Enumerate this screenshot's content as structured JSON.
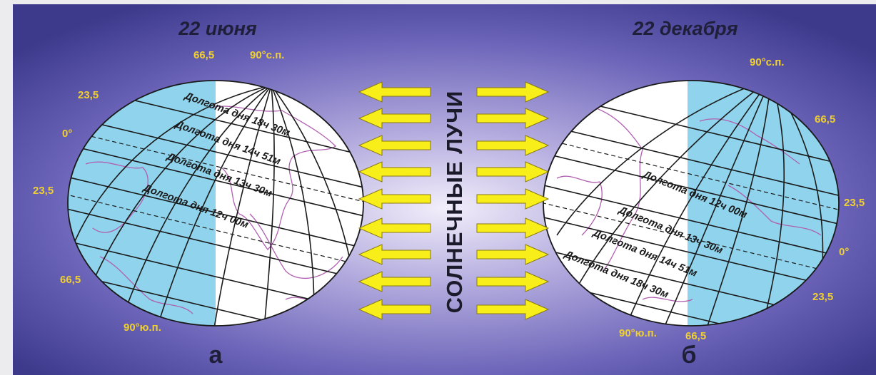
{
  "left_panel": {
    "date_title": "22 июня",
    "letter": "а",
    "north_pole_label": "90°с.п.",
    "south_pole_label": "90°ю.п.",
    "lat_labels": [
      "66,5",
      "23,5",
      "0°",
      "23,5",
      "66,5"
    ],
    "day_lengths": [
      "Долгота дня 18ч 30м",
      "Долгота дня 14ч 51м",
      "Долгота дня 13ч 30м",
      "Долгота дня 12ч 00м"
    ]
  },
  "right_panel": {
    "date_title": "22 декабря",
    "letter": "б",
    "north_pole_label": "90°с.п.",
    "south_pole_label": "90°ю.п.",
    "lat_labels": [
      "66,5",
      "23,5",
      "0°",
      "23,5",
      "66,5"
    ],
    "day_lengths": [
      "Долгота дня 12ч 00м",
      "Долгота дня 13ч 30м",
      "Долгота дня 14ч 51м",
      "Долгота дня 18ч 30м"
    ]
  },
  "center": {
    "rays_label": "СОЛНЕЧНЫЕ ЛУЧИ"
  },
  "colors": {
    "night_side": "#8fd3ec",
    "day_side": "#ffffff",
    "arrow_fill": "#f8ee1a",
    "degree_text": "#f0d030",
    "background_edge": "#3d3a8c",
    "background_center": "#ece8f6"
  }
}
